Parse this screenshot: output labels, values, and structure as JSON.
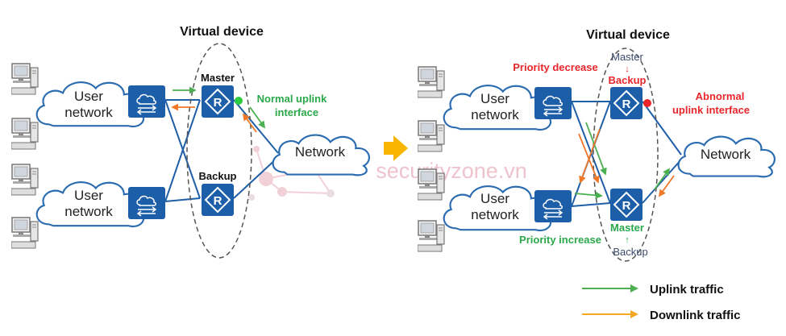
{
  "colors": {
    "link": "#1f5fa8",
    "device": "#1d5ea9",
    "cloud_stroke": "#2b6cb0",
    "uplink": "#4caf50",
    "downlink": "#f5a623",
    "orange_arrow": "#f07828",
    "green_text": "#2aa84a",
    "red_text": "#e8262a",
    "navy_text": "#3b4a6b",
    "state_dot_normal": "#2ecc40",
    "state_dot_fault": "#e8262a",
    "transition_arrow": "#f7b500",
    "watermark": "#e8aab8"
  },
  "icons": [
    "desktop-pc-icon",
    "switch-icon",
    "router-icon",
    "cloud-icon",
    "right-arrow-icon"
  ],
  "left": {
    "title": "Virtual device",
    "user_network_1": [
      "User",
      "network"
    ],
    "user_network_2": [
      "User",
      "network"
    ],
    "network": "Network",
    "master_label": "Master",
    "backup_label": "Backup",
    "interface_label": [
      "Normal uplink",
      "interface"
    ]
  },
  "right": {
    "title": "Virtual device",
    "user_network_1": [
      "User",
      "network"
    ],
    "user_network_2": [
      "User",
      "network"
    ],
    "network": "Network",
    "priority_decrease": "Priority decrease",
    "top_from": "Master",
    "top_arrow": "↓",
    "top_to": "Backup",
    "priority_increase": "Priority increase",
    "bottom_to": "Master",
    "bottom_arrow": "↑",
    "bottom_from": "Backup",
    "interface_label": [
      "Abnormal",
      "uplink interface"
    ]
  },
  "legend": {
    "uplink": "Uplink traffic",
    "downlink": "Downlink traffic"
  },
  "watermark": "securityzone.vn"
}
